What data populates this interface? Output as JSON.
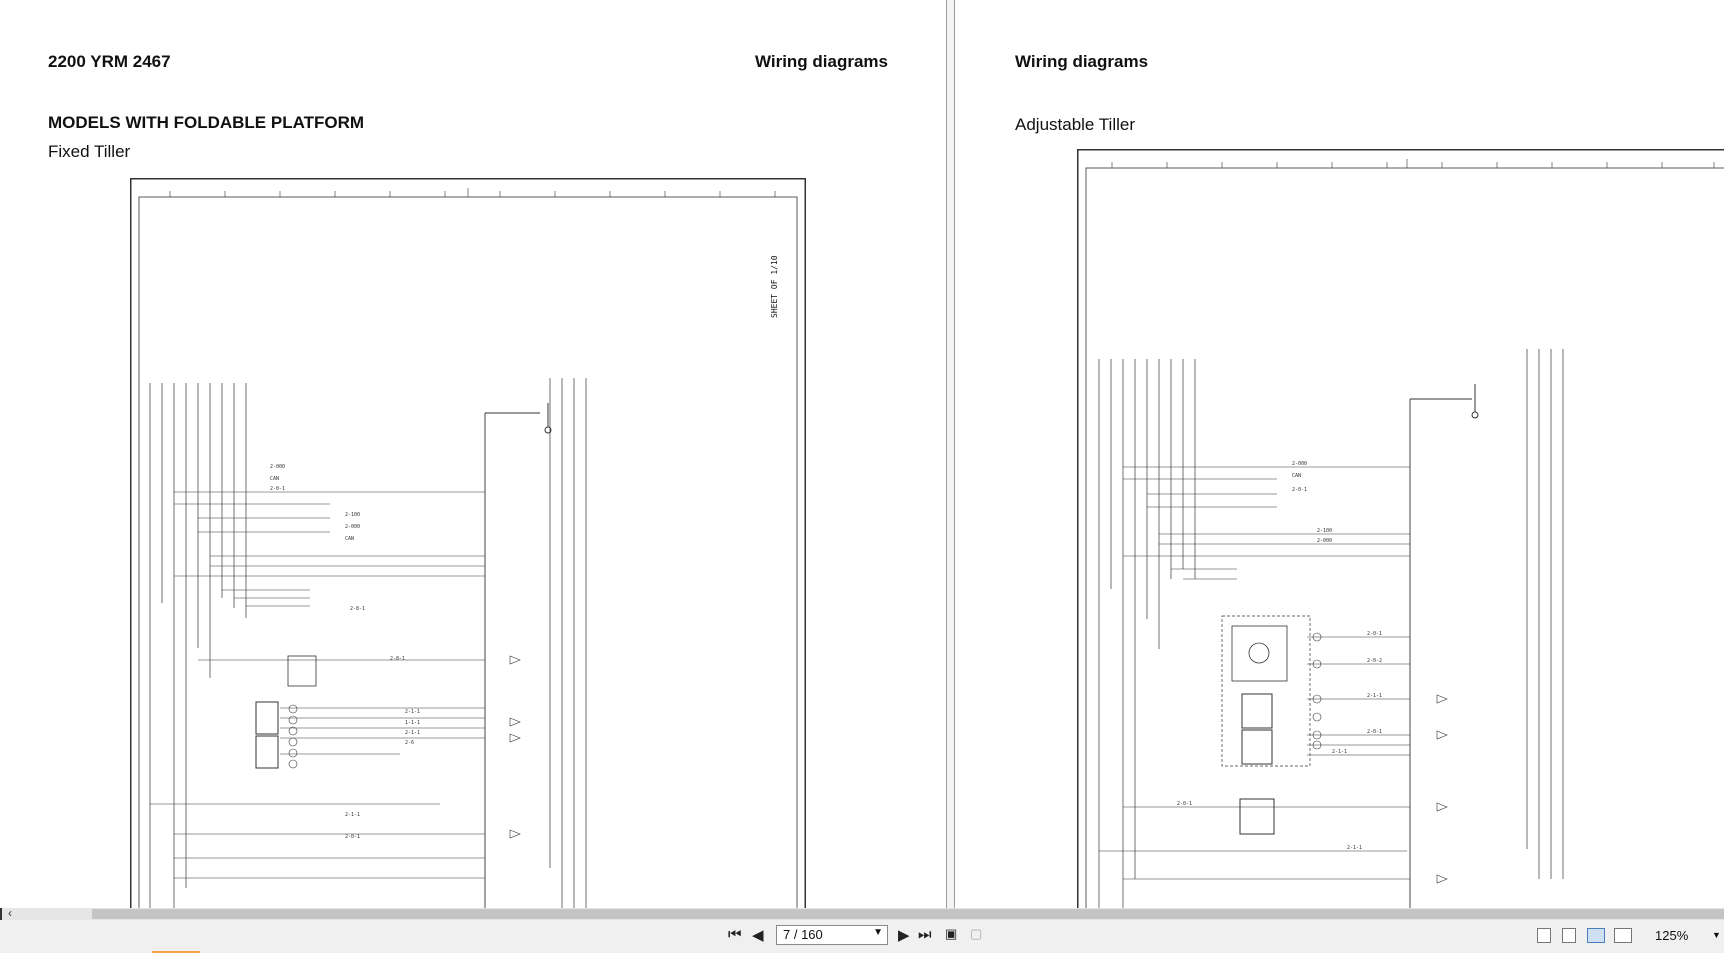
{
  "left_page": {
    "doc_number": "2200 YRM 2467",
    "header_title": "Wiring diagrams",
    "section_title": "MODELS WITH FOLDABLE PLATFORM",
    "subsection": "Fixed Tiller",
    "diagram_sheet": "SHEET OF 1/10"
  },
  "right_page": {
    "header_title": "Wiring diagrams",
    "subsection": "Adjustable Tiller"
  },
  "toolbar": {
    "page_indicator": "7 / 160",
    "zoom": "125%",
    "first_icon": "first-page-icon",
    "prev_icon": "prev-page-icon",
    "next_icon": "next-page-icon",
    "last_icon": "last-page-icon"
  }
}
